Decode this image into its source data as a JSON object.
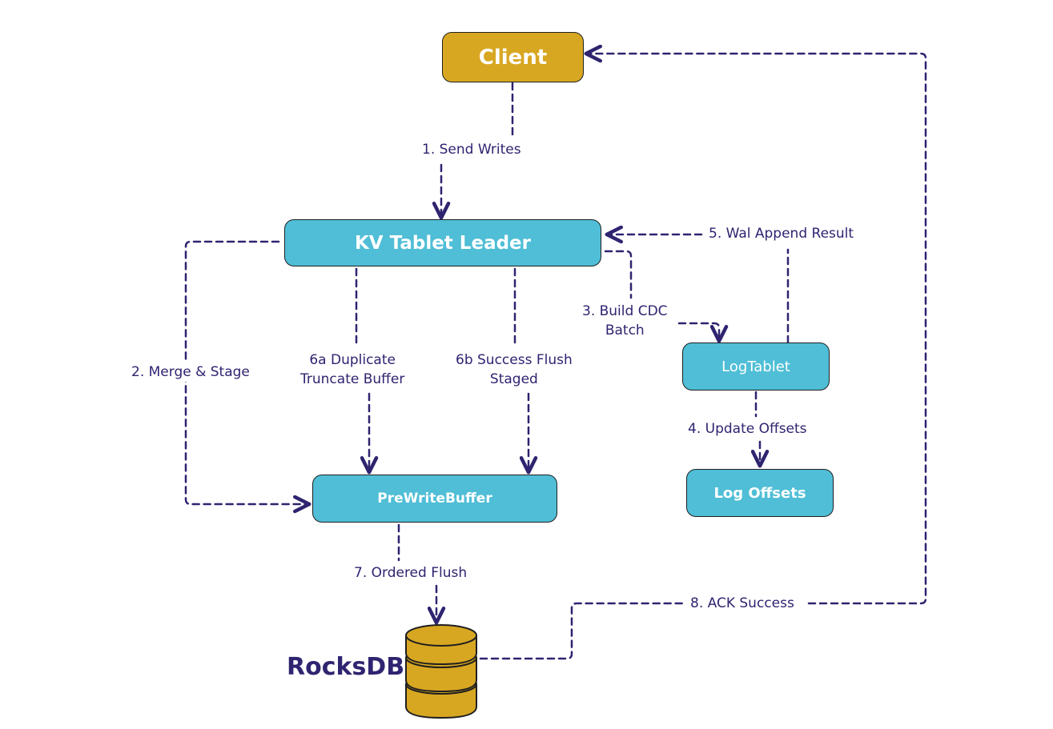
{
  "nodes": {
    "client": "Client",
    "kv_leader": "KV Tablet Leader",
    "log_tablet": "LogTablet",
    "log_offsets": "Log Offsets",
    "prewrite_buffer": "PreWriteBuffer",
    "rocksdb": "RocksDB"
  },
  "edges": {
    "send_writes": "1. Send Writes",
    "merge_stage": "2. Merge & Stage",
    "build_cdc_line1": "3. Build CDC",
    "build_cdc_line2": "Batch",
    "update_offsets": "4. Update Offsets",
    "wal_append": "5. Wal Append Result",
    "dup_truncate_line1": "6a Duplicate",
    "dup_truncate_line2": "Truncate Buffer",
    "success_flush_line1": "6b Success Flush",
    "success_flush_line2": "Staged",
    "ordered_flush": "7. Ordered Flush",
    "ack_success": "8. ACK Success"
  },
  "colors": {
    "node_teal": "#4fbed6",
    "node_gold": "#d8a722",
    "edge": "#2e2470"
  }
}
